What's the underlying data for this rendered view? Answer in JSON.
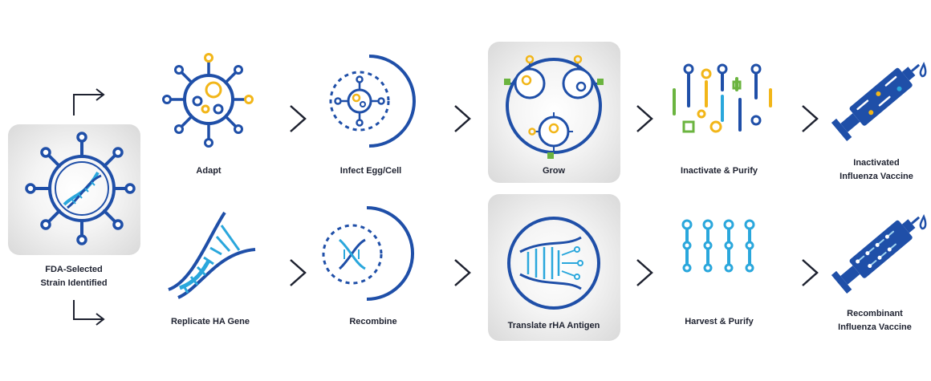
{
  "start": {
    "label_line1": "FDA-Selected",
    "label_line2": "Strain Identified"
  },
  "top_row": [
    {
      "label": "Adapt",
      "icon": "virus-adapt-icon"
    },
    {
      "label": "Infect Egg/Cell",
      "icon": "infect-egg-cell-icon"
    },
    {
      "label": "Grow",
      "icon": "grow-cells-icon"
    },
    {
      "label": "Inactivate & Purify",
      "icon": "inactivate-purify-icon"
    },
    {
      "label_line1": "Inactivated",
      "label_line2": "Influenza Vaccine",
      "icon": "syringe-inactivated-icon"
    }
  ],
  "bottom_row": [
    {
      "label": "Replicate HA Gene",
      "icon": "dna-helix-icon"
    },
    {
      "label": "Recombine",
      "icon": "recombine-icon"
    },
    {
      "label": "Translate rHA Antigen",
      "icon": "translate-antigen-icon"
    },
    {
      "label": "Harvest & Purify",
      "icon": "harvest-purify-icon"
    },
    {
      "label_line1": "Recombinant",
      "label_line2": "Influenza Vaccine",
      "icon": "syringe-recombinant-icon"
    }
  ],
  "colors": {
    "navy": "#1f4fa8",
    "cyan": "#2aa7dc",
    "yellow": "#f2b619",
    "green": "#6bb43f",
    "text": "#1e2230"
  }
}
